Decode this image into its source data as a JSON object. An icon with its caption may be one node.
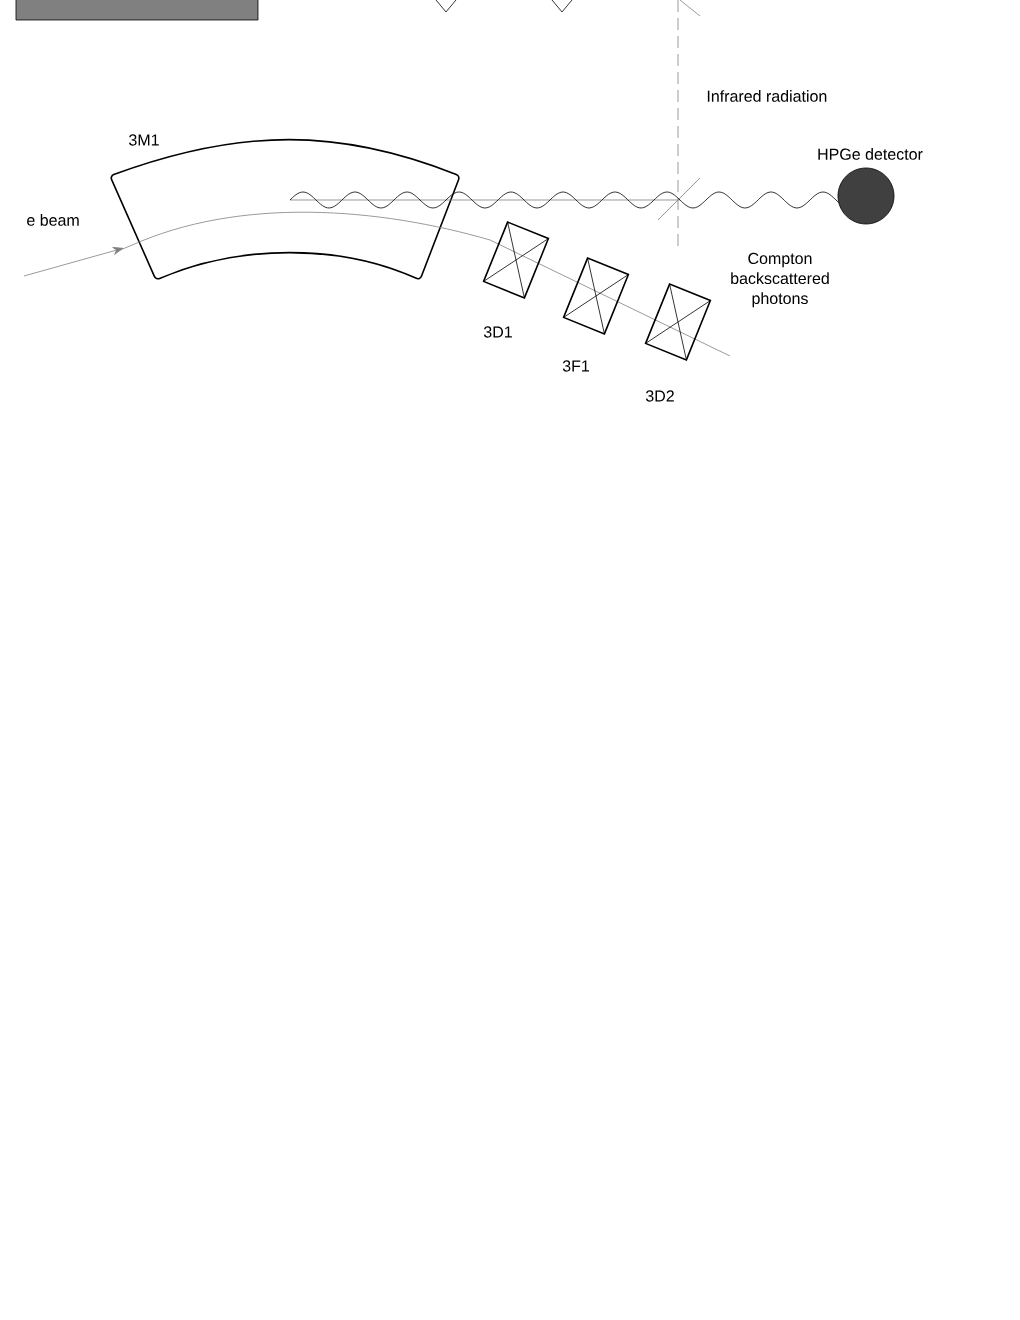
{
  "diagram": {
    "labels": [
      "Infrared radiation",
      "3M1",
      "HPGe detector",
      "e beam",
      "Compton backscattered photons",
      "3D1",
      "3F1",
      "3D2"
    ]
  }
}
